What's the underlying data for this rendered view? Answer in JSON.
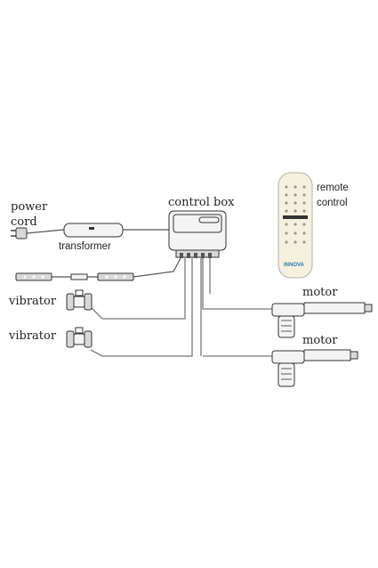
{
  "labels": {
    "power_cord_line1": "power",
    "power_cord_line2": "cord",
    "transformer": "transformer",
    "control_box": "control box",
    "remote_line1": "remote",
    "remote_line2": "control",
    "vibrator_1": "vibrator",
    "vibrator_2": "vibrator",
    "motor_1": "motor",
    "motor_2": "motor",
    "remote_brand": "INNOVA"
  },
  "colors": {
    "wire": "#7a7a7a",
    "outline": "#333333",
    "brand": "#2a7ab8"
  }
}
